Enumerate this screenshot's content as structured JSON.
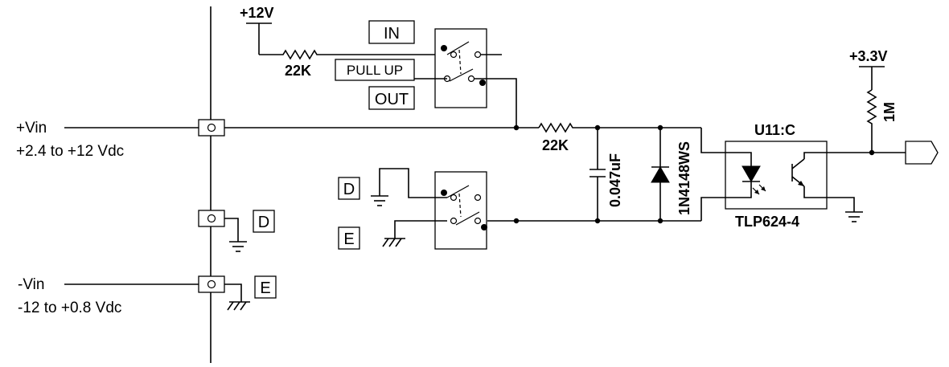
{
  "labels": {
    "vplus_name": "+Vin",
    "vplus_range": "+2.4 to +12 Vdc",
    "vminus_name": "-Vin",
    "vminus_range": "-12 to +0.8 Vdc",
    "pos12": "+12V",
    "pos33": "+3.3V",
    "in_box": "IN",
    "pullup_box": "PULL UP",
    "out_box": "OUT",
    "d_box": "D",
    "e_box": "E",
    "r_pullup": "22K",
    "r_series": "22K",
    "cap": "0.047uF",
    "diode": "1N4148WS",
    "r_1m": "1M",
    "opto_ref": "U11:C",
    "opto_part": "TLP624-4"
  }
}
